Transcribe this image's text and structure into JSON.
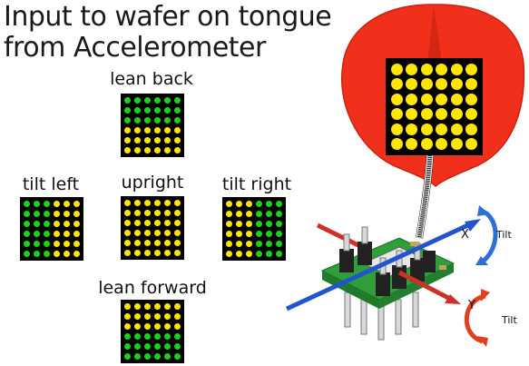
{
  "title_lines": [
    "Input to wafer on tongue",
    "from Accelerometer"
  ],
  "tilt_label": "Tilt",
  "axis_x": "X",
  "axis_y": "Y",
  "colors": {
    "green": "#19d21b",
    "yellow": "#ffe600",
    "tongue": "#f0301a",
    "board": "#2f9e3b"
  },
  "patterns": [
    {
      "id": "lean-back",
      "label": "lean back",
      "rows": [
        "GGGGGG",
        "GGGGGG",
        "GGGGGG",
        "YYYYYY",
        "YYYYYY",
        "YYYYYY"
      ]
    },
    {
      "id": "tilt-left",
      "label": "tilt left",
      "rows": [
        "GGGYYY",
        "GGGYYY",
        "GGGYYY",
        "GGGYYY",
        "GGGYYY",
        "GGGYYY"
      ]
    },
    {
      "id": "upright",
      "label": "upright",
      "rows": [
        "YYYYYY",
        "YYYYYY",
        "YYYYYY",
        "YYYYYY",
        "YYYYYY",
        "YYYYYY"
      ]
    },
    {
      "id": "tilt-right",
      "label": "tilt right",
      "rows": [
        "YYYGGG",
        "YYYGGG",
        "YYYGGG",
        "YYYGGG",
        "YYYGGG",
        "YYYGGG"
      ]
    },
    {
      "id": "lean-forward",
      "label": "lean forward",
      "rows": [
        "YYYYYY",
        "YYYYYY",
        "YYYYYY",
        "GGGGGG",
        "GGGGGG",
        "GGGGGG"
      ]
    }
  ]
}
